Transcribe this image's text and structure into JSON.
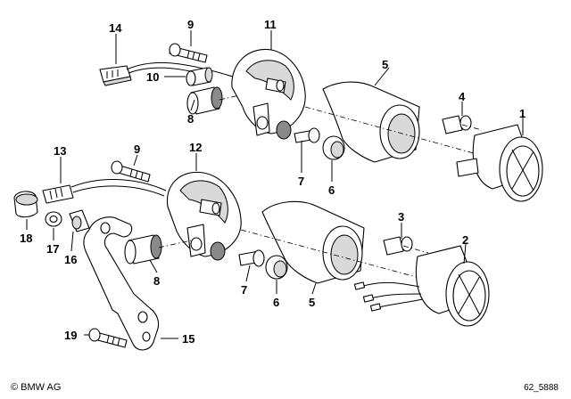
{
  "callouts": {
    "n1": "1",
    "n2": "2",
    "n3": "3",
    "n4": "4",
    "n5a": "5",
    "n5b": "5",
    "n6a": "6",
    "n6b": "6",
    "n7a": "7",
    "n7b": "7",
    "n8a": "8",
    "n8b": "8",
    "n9a": "9",
    "n9b": "9",
    "n10": "10",
    "n11": "11",
    "n12": "12",
    "n13": "13",
    "n14": "14",
    "n15": "15",
    "n16": "16",
    "n17": "17",
    "n18": "18",
    "n19": "19"
  },
  "footer": {
    "brand": "© BMW AG",
    "code": "62_5888"
  }
}
